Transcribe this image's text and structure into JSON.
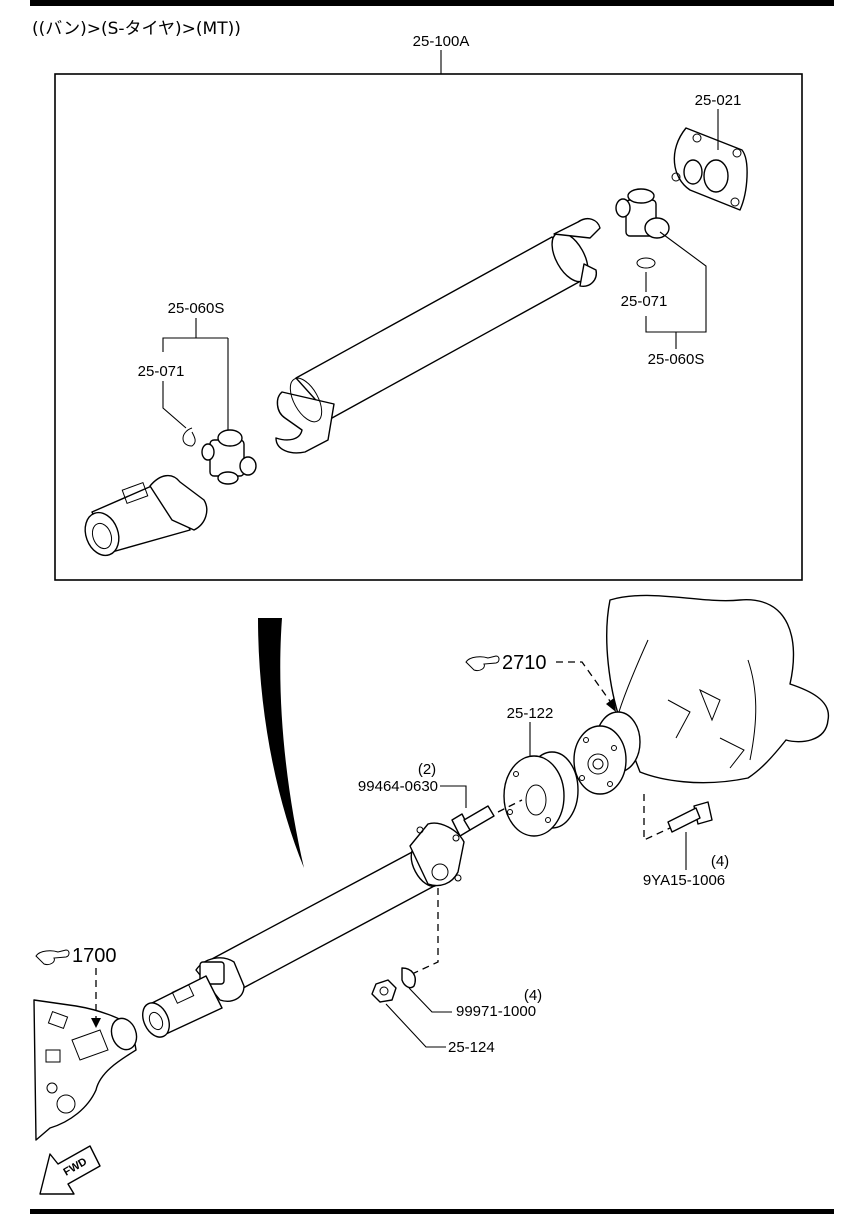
{
  "header": {
    "title": "((バン)>(S-タイヤ)>(MT))"
  },
  "labels": {
    "assembly": "25-100A",
    "flange_yoke": "25-021",
    "snap_ring_right": "25-071",
    "joint_kit_right": "25-060S",
    "joint_kit_left": "25-060S",
    "snap_ring_left": "25-071",
    "ref_differential": "2710",
    "ref_transmission": "1700",
    "damper": "25-122",
    "bolt_qty": "(2)",
    "bolt": "99464-0630",
    "flange_bolt_qty": "(4)",
    "flange_bolt": "9YA15-1006",
    "washer_qty": "(4)",
    "washer": "99971-1000",
    "nut": "25-124",
    "fwd": "FWD"
  },
  "colors": {
    "line": "#000000",
    "background": "#ffffff"
  },
  "icons": [
    "pointing-hand-icon",
    "fwd-arrow-icon"
  ]
}
